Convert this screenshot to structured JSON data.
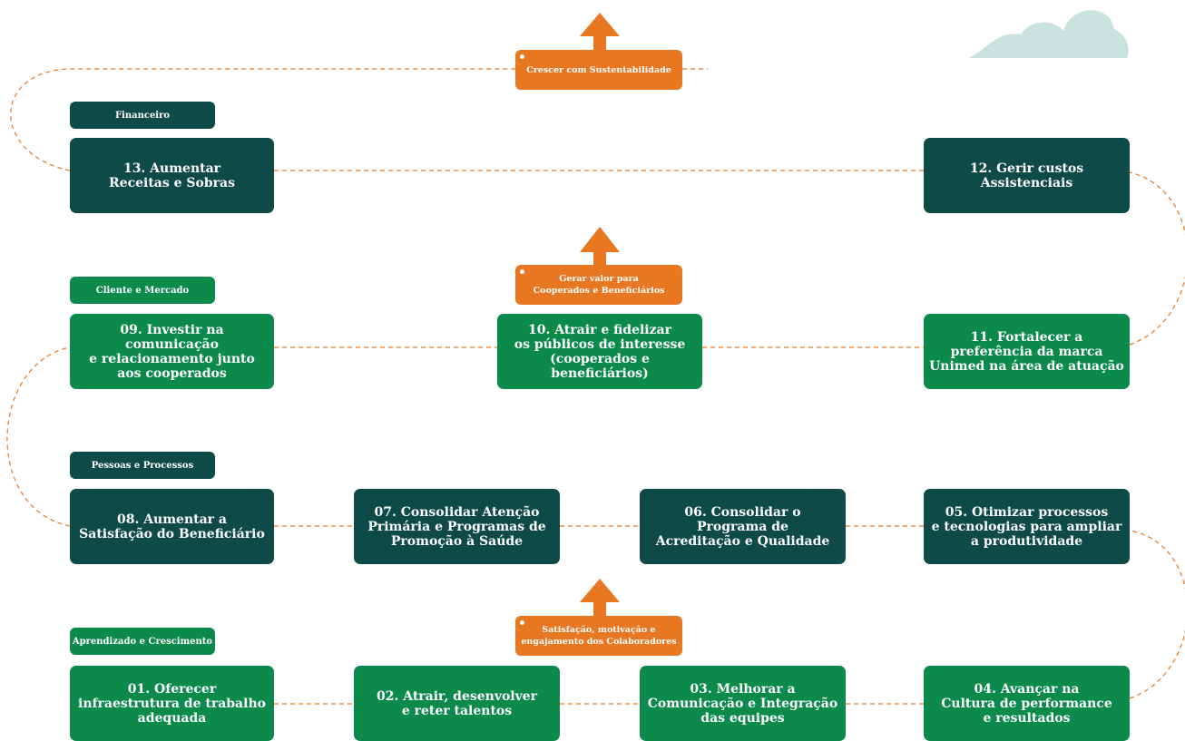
{
  "colors": {
    "dark": "#0d4a48",
    "green": "#0b8a4c",
    "orange": "#e87722",
    "connector": "#e87722",
    "cloud": "#c8e2de"
  },
  "perspectives": {
    "financeiro": "Financeiro",
    "cliente_mercado": "Cliente e Mercado",
    "pessoas_processos": "Pessoas e Processos",
    "aprendizado": "Aprendizado e Crescimento"
  },
  "goals": {
    "top": "Crescer com Sustentabilidade",
    "middle": "Gerar valor para\nCooperados e Beneficiários",
    "bottom": "Satisfação, motivação e\nengajamento dos Colaboradores"
  },
  "objectives": {
    "o01": "01. Oferecer\ninfraestrutura de trabalho\nadequada",
    "o02": "02. Atrair, desenvolver\ne reter talentos",
    "o03": "03. Melhorar a\nComunicação e Integração\ndas equipes",
    "o04": "04. Avançar na\nCultura de performance\ne resultados",
    "o05": "05. Otimizar processos\ne tecnologias para ampliar\na produtividade",
    "o06": "06. Consolidar o\nPrograma de\nAcreditação e Qualidade",
    "o07": "07. Consolidar Atenção\nPrimária e Programas de\nPromoção à Saúde",
    "o08": "08. Aumentar a\nSatisfação do Beneficiário",
    "o09": "09. Investir na comunicação\ne relacionamento junto\naos cooperados",
    "o10": "10. Atrair e fidelizar\nos públicos de interesse\n(cooperados e beneficiários)",
    "o11": "11. Fortalecer a\npreferência da marca\nUnimed na área de atuação",
    "o12": "12. Gerir custos\nAssistenciais",
    "o13": "13. Aumentar\nReceitas e Sobras"
  }
}
